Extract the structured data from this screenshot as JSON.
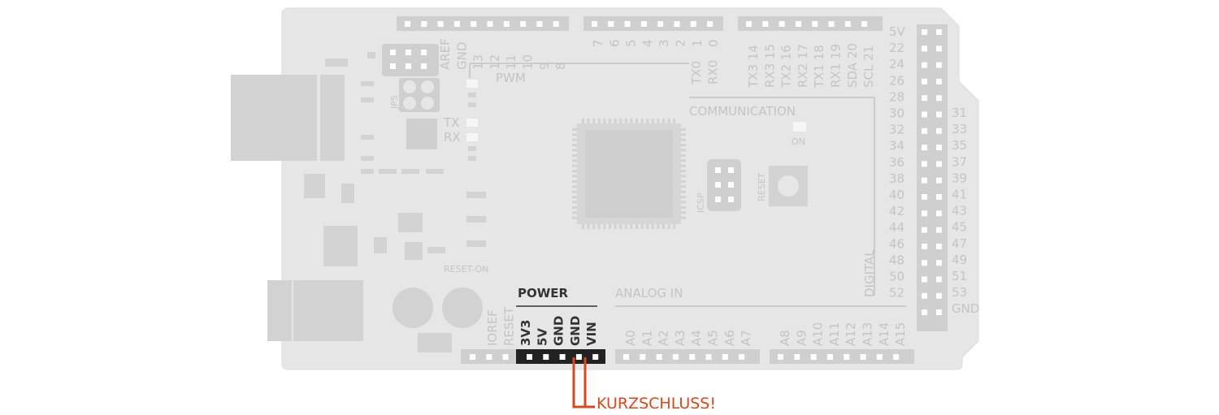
{
  "labels": {
    "pwm": "PWM",
    "communication": "COMMUNICATION",
    "digital": "DIGITAL",
    "power": "POWER",
    "analog_in": "ANALOG IN",
    "tx": "TX",
    "rx": "RX",
    "on": "ON",
    "reset_btn": "RESET",
    "icsp": "ICSP",
    "jp5": "JP5",
    "reset_on": "RESET-ON",
    "warning": "KURZSCHLUSS!"
  },
  "top_pins_left": [
    "AREF",
    "GND",
    "13",
    "12",
    "11",
    "10",
    "9",
    "8"
  ],
  "top_pins_mid": [
    "7",
    "6",
    "5",
    "4",
    "3",
    "2",
    "1",
    "0"
  ],
  "top_pins_tx_rx": [
    "TX0",
    "RX0"
  ],
  "top_pins_comm": [
    "TX3 14",
    "RX3 15",
    "TX2 16",
    "RX2 17",
    "TX1 18",
    "RX1 19",
    "SDA 20",
    "SCL 21"
  ],
  "right_pins_left": [
    "5V",
    "22",
    "24",
    "26",
    "28",
    "30",
    "32",
    "34",
    "36",
    "38",
    "40",
    "42",
    "44",
    "46",
    "48",
    "50",
    "52"
  ],
  "right_pins_right": [
    "31",
    "33",
    "35",
    "37",
    "39",
    "41",
    "43",
    "45",
    "47",
    "49",
    "51",
    "53",
    "GND"
  ],
  "power_pins_grey": [
    "IOREF",
    "RESET"
  ],
  "power_pins_active": [
    "3V3",
    "5V",
    "GND",
    "GND",
    "VIN"
  ],
  "analog_pins_a": [
    "A0",
    "A1",
    "A2",
    "A3",
    "A4",
    "A5",
    "A6",
    "A7"
  ],
  "analog_pins_b": [
    "A8",
    "A9",
    "A10",
    "A11",
    "A12",
    "A13",
    "A14",
    "A15"
  ],
  "colors": {
    "board": "#e6e6e6",
    "board_edge": "#d8d8d8",
    "header": "#cfcfcf",
    "pin": "#ffffff",
    "label": "#c4c4c4",
    "active_header": "#222222",
    "wire": "#d24a20"
  }
}
